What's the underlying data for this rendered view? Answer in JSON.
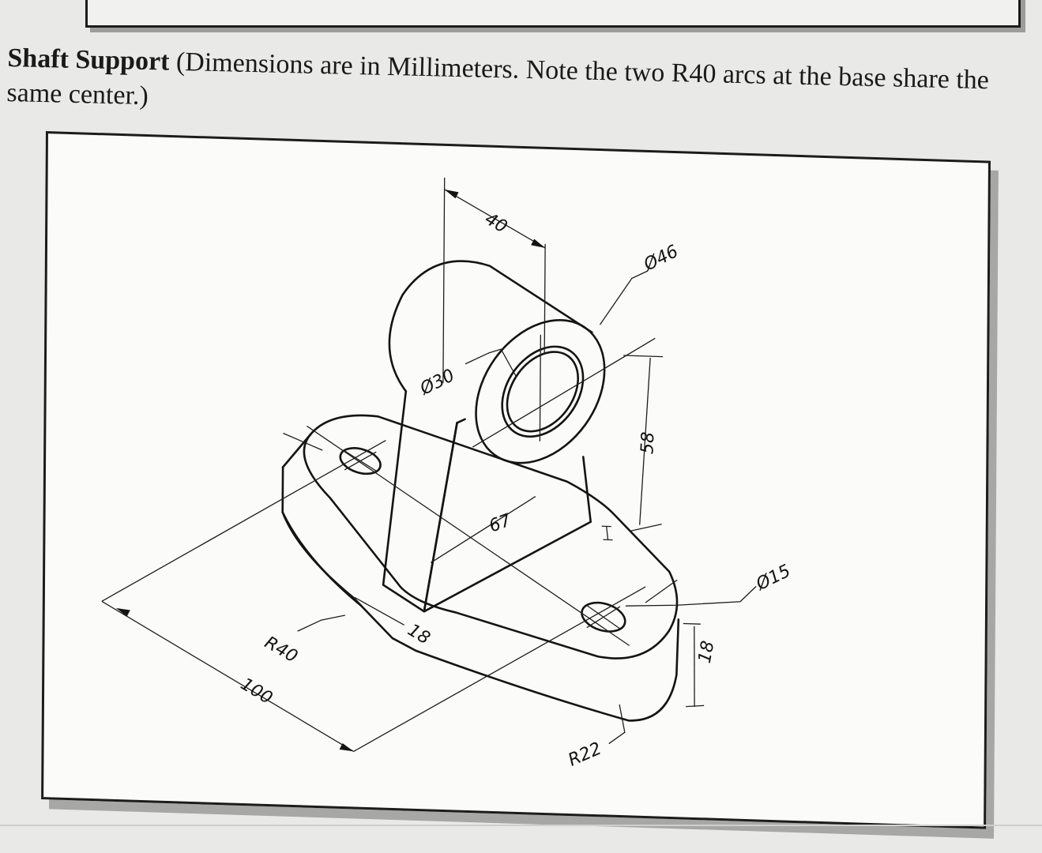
{
  "heading": {
    "title_bold": "Shaft Support",
    "rest": " (Dimensions are in Millimeters. Note the two R40 arcs at the base share the same center.)"
  },
  "dimensions": {
    "d40": "40",
    "dia46": "Ø46",
    "dia30": "Ø30",
    "d58": "58",
    "d67": "67",
    "dia15": "Ø15",
    "r40": "R40",
    "d18_base": "18",
    "d18_side": "18",
    "d100": "100",
    "r22": "R22"
  }
}
